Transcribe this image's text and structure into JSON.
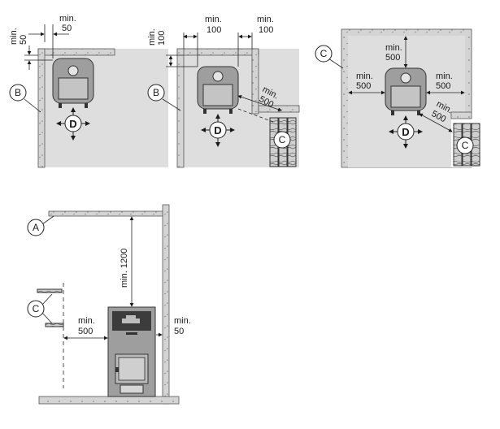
{
  "callouts": {
    "a": "A",
    "b": "B",
    "c": "C",
    "d": "D"
  },
  "views": {
    "corner": {
      "top_dim": "min.\n50",
      "side_dim": "min.\n50"
    },
    "wall": {
      "top_dim": "min.\n100",
      "side_dim": "min.\n100",
      "wall_dim": "min.\n100",
      "diag_dim": "min.\n500"
    },
    "room": {
      "top_dim": "min.\n500",
      "left_dim": "min.\n500",
      "right_dim": "min.\n500",
      "diag_dim": "min.\n500"
    },
    "elevation": {
      "ceiling_dim": "min. 1200",
      "front_dim": "min.\n500",
      "back_dim": "min.\n50"
    }
  },
  "colors": {
    "floor_fill": "#dedede",
    "wall_fill": "#d4d4d4",
    "stove_fill": "#9e9e9e",
    "stove_dark": "#3c3c3c",
    "line": "#1a1a1a"
  }
}
